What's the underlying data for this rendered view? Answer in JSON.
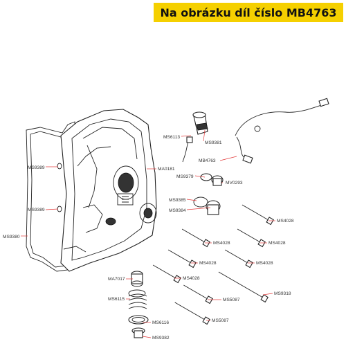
{
  "banner": {
    "text": "Na obrázku díl číslo MB4763",
    "background": "#f5d000"
  },
  "diagram": {
    "callout_color": "#e23b3b",
    "labels": [
      {
        "id": "ms6113",
        "text": "MS6113"
      },
      {
        "id": "ms9381",
        "text": "MS9381"
      },
      {
        "id": "mb4763",
        "text": "MB4763"
      },
      {
        "id": "ms9389a",
        "text": "MS9389"
      },
      {
        "id": "ma0181",
        "text": "MA0181"
      },
      {
        "id": "ms9379",
        "text": "MS9379"
      },
      {
        "id": "mv0293",
        "text": "MV0293"
      },
      {
        "id": "ms9385",
        "text": "MS9385"
      },
      {
        "id": "ms9384",
        "text": "MS9384"
      },
      {
        "id": "ms9389b",
        "text": "MS9389"
      },
      {
        "id": "ms9380",
        "text": "MS9380"
      },
      {
        "id": "ms4028a",
        "text": "MS4028"
      },
      {
        "id": "ms4028b",
        "text": "MS4028"
      },
      {
        "id": "ms4028c",
        "text": "MS4028"
      },
      {
        "id": "ms4028d",
        "text": "MS4028"
      },
      {
        "id": "ms4028e",
        "text": "MS4028"
      },
      {
        "id": "ms4028f",
        "text": "MS4028"
      },
      {
        "id": "ma7017",
        "text": "MA7017"
      },
      {
        "id": "ms6115",
        "text": "MS6115"
      },
      {
        "id": "ms5087a",
        "text": "MS5087"
      },
      {
        "id": "ms9318",
        "text": "MS9318"
      },
      {
        "id": "ms6116",
        "text": "MS6116"
      },
      {
        "id": "ms5087b",
        "text": "MS5087"
      },
      {
        "id": "ms9382",
        "text": "MS9382"
      }
    ]
  }
}
